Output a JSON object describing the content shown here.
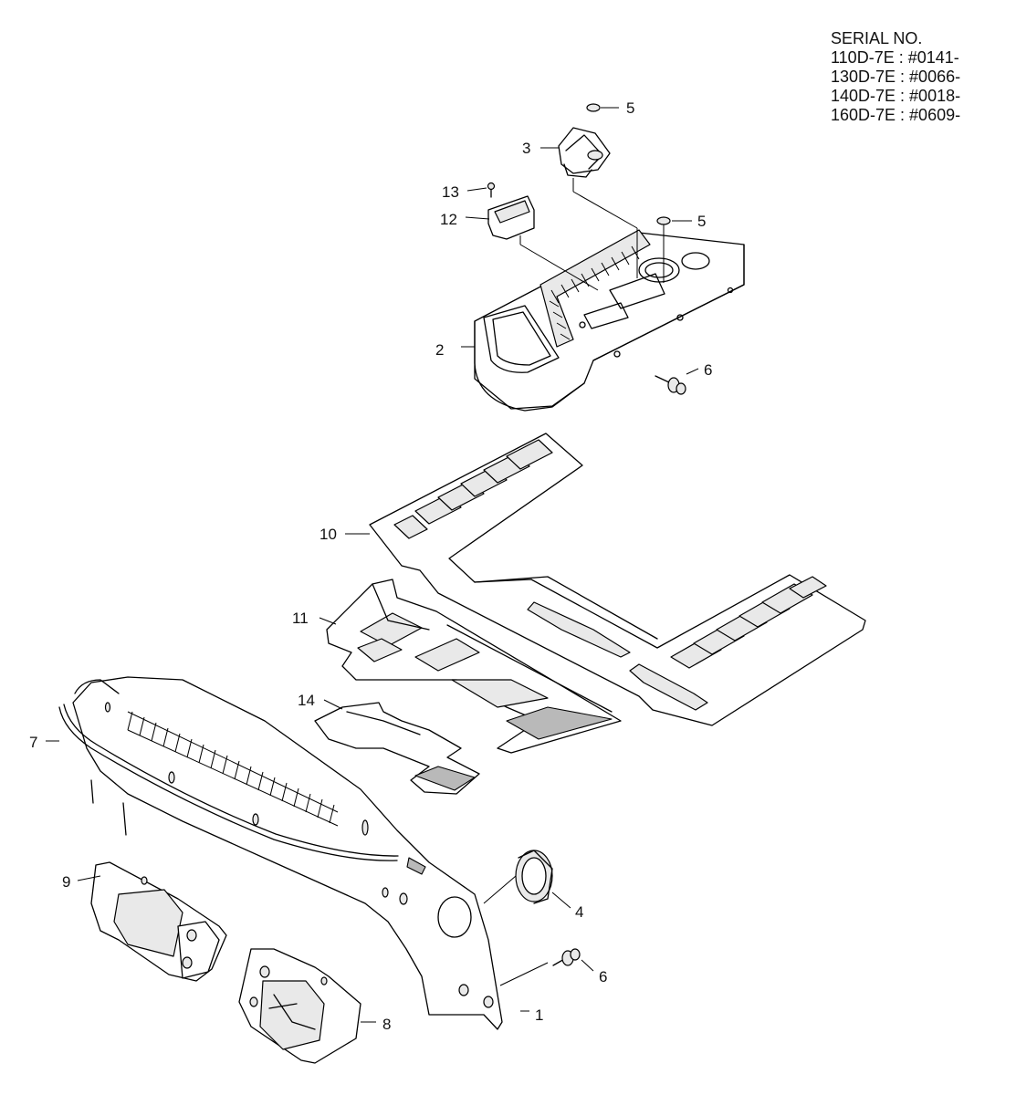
{
  "serial": {
    "title": "SERIAL NO.",
    "lines": [
      "110D-7E : #0141-",
      "130D-7E : #0066-",
      "140D-7E : #0018-",
      "160D-7E : #0609-"
    ]
  },
  "callouts": {
    "c1": "1",
    "c2": "2",
    "c3": "3",
    "c4": "4",
    "c5a": "5",
    "c5b": "5",
    "c6a": "6",
    "c6b": "6",
    "c7": "7",
    "c8": "8",
    "c9": "9",
    "c10": "10",
    "c11": "11",
    "c12": "12",
    "c13": "13",
    "c14": "14"
  }
}
